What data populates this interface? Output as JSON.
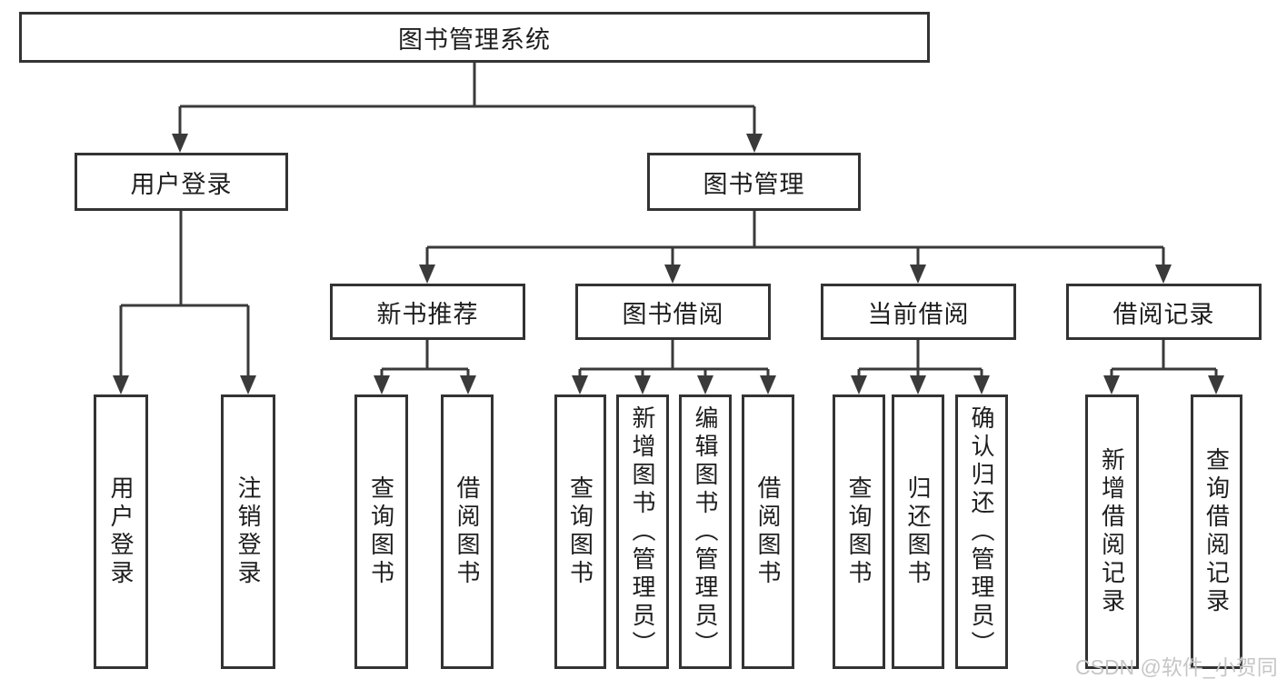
{
  "tree": {
    "label": "图书管理系统",
    "children": [
      {
        "label": "用户登录",
        "children": [
          {
            "label": "用户登录"
          },
          {
            "label": "注销登录"
          }
        ]
      },
      {
        "label": "图书管理",
        "children": [
          {
            "label": "新书推荐",
            "children": [
              {
                "label": "查询图书"
              },
              {
                "label": "借阅图书"
              }
            ]
          },
          {
            "label": "图书借阅",
            "children": [
              {
                "label": "查询图书"
              },
              {
                "label": "新增图书（管理员）"
              },
              {
                "label": "编辑图书（管理员）"
              },
              {
                "label": "借阅图书"
              }
            ]
          },
          {
            "label": "当前借阅",
            "children": [
              {
                "label": "查询图书"
              },
              {
                "label": "归还图书"
              },
              {
                "label": "确认归还（管理员）"
              }
            ]
          },
          {
            "label": "借阅记录",
            "children": [
              {
                "label": "新增借阅记录"
              },
              {
                "label": "查询借阅记录"
              }
            ]
          }
        ]
      }
    ]
  },
  "watermark": "CSDN @软件_小贺同学",
  "colors": {
    "line": "#3a3a3a",
    "box_border": "#333333",
    "text": "#1e1e1e",
    "watermark": "#c6c6c6",
    "background": "#ffffff"
  }
}
